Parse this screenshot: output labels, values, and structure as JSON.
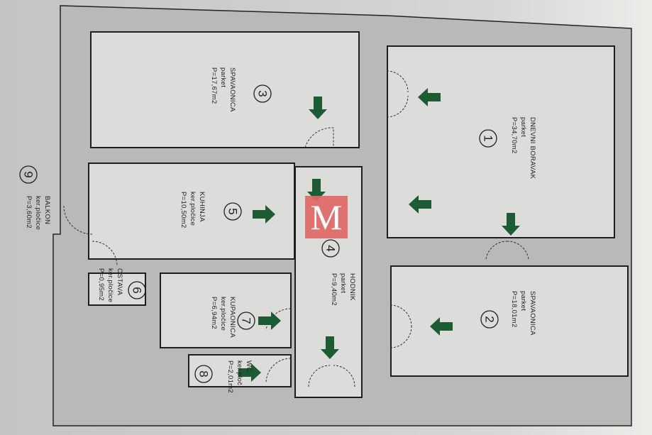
{
  "logo": {
    "letter": "M",
    "color": "#e06a66"
  },
  "colors": {
    "wall": "#b9b9b7",
    "floor": "#dcdcda",
    "arrow": "#1d5c33",
    "line": "#1e1e1e"
  },
  "rooms": [
    {
      "number": "1",
      "name": "DNEVNI BORAVAK",
      "floor": "parket",
      "area": "P=34,70m2"
    },
    {
      "number": "2",
      "name": "SPAVAONICA",
      "floor": "parket",
      "area": "P=18,01m2"
    },
    {
      "number": "3",
      "name": "SPAVAONICA",
      "floor": "parket",
      "area": "P=17,67m2"
    },
    {
      "number": "4",
      "name": "HODNIK",
      "floor": "parket",
      "area": "P=9,40m2"
    },
    {
      "number": "5",
      "name": "KUHINJA",
      "floor": "ker.pločice",
      "area": "P=10,50m2"
    },
    {
      "number": "6",
      "name": "OSTAVA",
      "floor": "ker.pločice",
      "area": "P=0,95m2"
    },
    {
      "number": "7",
      "name": "KUPAONICA",
      "floor": "ker.pločice",
      "area": "P=6,94m2"
    },
    {
      "number": "8",
      "name": "WC",
      "floor": "ker.ploč.",
      "area": "P=2,01m2"
    },
    {
      "number": "9",
      "name": "BALKON",
      "floor": "ker.pločice",
      "area": "P=3,60m2"
    }
  ]
}
